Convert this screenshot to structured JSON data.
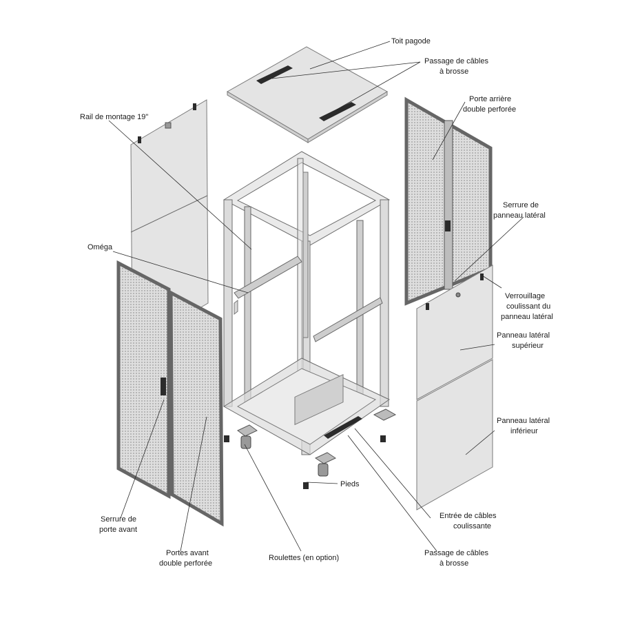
{
  "labels": {
    "toit_pagode": "Toit pagode",
    "passage_haut_1": "Passage de câbles",
    "passage_haut_2": "à brosse",
    "porte_arriere_1": "Porte arrière",
    "porte_arriere_2": "double perforée",
    "rail": "Rail de montage 19\"",
    "serrure_panneau_1": "Serrure de",
    "serrure_panneau_2": "panneau latéral",
    "omega": "Oméga",
    "verrou_1": "Verrouillage",
    "verrou_2": "coulissant du",
    "verrou_3": "panneau latéral",
    "panneau_sup_1": "Panneau latéral",
    "panneau_sup_2": "supérieur",
    "panneau_inf_1": "Panneau latéral",
    "panneau_inf_2": "inférieur",
    "pieds": "Pieds",
    "entree_1": "Entrée de câbles",
    "entree_2": "coulissante",
    "serrure_avant_1": "Serrure de",
    "serrure_avant_2": "porte avant",
    "portes_avant_1": "Portes avant",
    "portes_avant_2": "double perforée",
    "roulettes": "Roulettes (en option)",
    "passage_bas_1": "Passage de câbles",
    "passage_bas_2": "à brosse"
  }
}
